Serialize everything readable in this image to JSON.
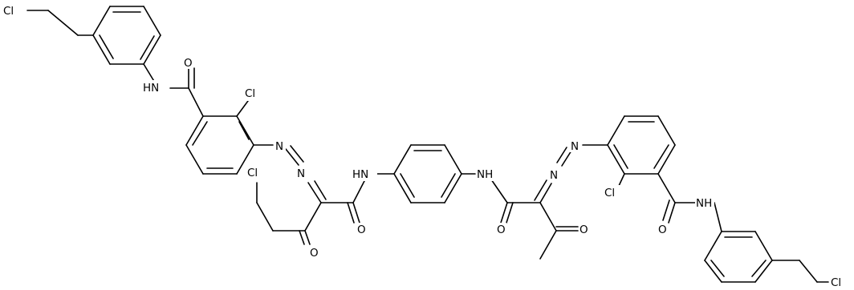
{
  "structure": {
    "atom_labels": {
      "cl_top_left": "Cl",
      "cl_aryl_left": "Cl",
      "cl_chain_left": "Cl",
      "cl_aryl_right": "Cl",
      "cl_bottom_right": "Cl",
      "o_amide_left": "O",
      "o_ketone_left": "O",
      "o_amide_center_left": "O",
      "o_amide_center_right": "O",
      "o_ketone_right": "O",
      "o_amide_right": "O",
      "n_azo_1": "N",
      "n_azo_2": "N",
      "n_azo_3": "N",
      "n_azo_4": "N",
      "nh_amide_left": "HN",
      "nh_center_left": "HN",
      "nh_center_right": "NH",
      "nh_amide_right": "NH"
    }
  },
  "colors": {
    "background": "#ffffff",
    "bond": "#000000",
    "text": "#000000"
  }
}
